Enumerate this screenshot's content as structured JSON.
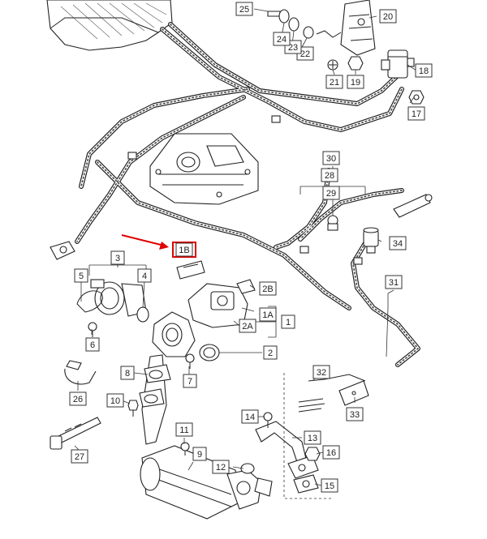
{
  "callouts": [
    {
      "id": "c1",
      "text": "1"
    },
    {
      "id": "c1a",
      "text": "1A"
    },
    {
      "id": "c1b",
      "text": "1B"
    },
    {
      "id": "c2",
      "text": "2"
    },
    {
      "id": "c2a",
      "text": "2A"
    },
    {
      "id": "c2b",
      "text": "2B"
    },
    {
      "id": "c3",
      "text": "3"
    },
    {
      "id": "c4",
      "text": "4"
    },
    {
      "id": "c5",
      "text": "5"
    },
    {
      "id": "c6",
      "text": "6"
    },
    {
      "id": "c7",
      "text": "7"
    },
    {
      "id": "c8",
      "text": "8"
    },
    {
      "id": "c9",
      "text": "9"
    },
    {
      "id": "c10",
      "text": "10"
    },
    {
      "id": "c11",
      "text": "11"
    },
    {
      "id": "c12",
      "text": "12"
    },
    {
      "id": "c13",
      "text": "13"
    },
    {
      "id": "c14",
      "text": "14"
    },
    {
      "id": "c15",
      "text": "15"
    },
    {
      "id": "c16",
      "text": "16"
    },
    {
      "id": "c17",
      "text": "17"
    },
    {
      "id": "c18",
      "text": "18"
    },
    {
      "id": "c19",
      "text": "19"
    },
    {
      "id": "c20",
      "text": "20"
    },
    {
      "id": "c21",
      "text": "21"
    },
    {
      "id": "c22",
      "text": "22"
    },
    {
      "id": "c23",
      "text": "23"
    },
    {
      "id": "c24",
      "text": "24"
    },
    {
      "id": "c25",
      "text": "25"
    },
    {
      "id": "c26",
      "text": "26"
    },
    {
      "id": "c27",
      "text": "27"
    },
    {
      "id": "c28",
      "text": "28"
    },
    {
      "id": "c29",
      "text": "29"
    },
    {
      "id": "c30",
      "text": "30"
    },
    {
      "id": "c31",
      "text": "31"
    },
    {
      "id": "c32",
      "text": "32"
    },
    {
      "id": "c33",
      "text": "33"
    },
    {
      "id": "c34",
      "text": "34"
    }
  ],
  "highlight": {
    "callout": "1B",
    "color": "#e00000"
  },
  "colors": {
    "ink": "#222222",
    "highlight": "#e00000",
    "background": "#ffffff"
  }
}
